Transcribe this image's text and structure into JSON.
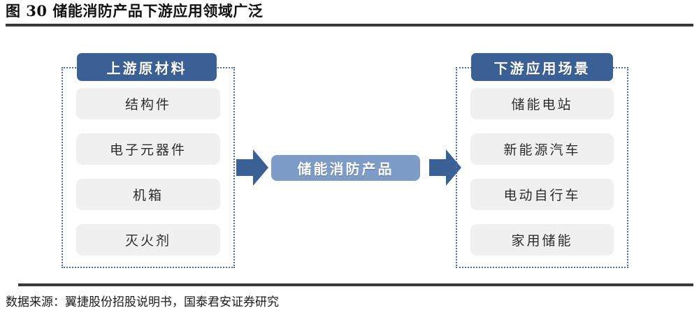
{
  "figure": {
    "title": "图 30 储能消防产品下游应用领域广泛",
    "source_note": "数据来源：翼捷股份招股说明书，国泰君安证券研究"
  },
  "colors": {
    "header_blue": "#3A6095",
    "center_blue": "#7E9CC8",
    "item_gray": "#F0F0F0",
    "dotted_border": "#4A6FA5",
    "rule": "#3A3A3A"
  },
  "diagram": {
    "type": "value-chain",
    "upstream": {
      "header": "上游原材料",
      "items": [
        {
          "label": "结构件"
        },
        {
          "label": "电子元器件"
        },
        {
          "label": "机箱"
        },
        {
          "label": "灭火剂"
        }
      ]
    },
    "center": {
      "label": "储能消防产品"
    },
    "downstream": {
      "header": "下游应用场景",
      "items": [
        {
          "label": "储能电站"
        },
        {
          "label": "新能源汽车"
        },
        {
          "label": "电动自行车"
        },
        {
          "label": "家用储能"
        }
      ]
    },
    "arrows": [
      {
        "name": "upstream-to-center",
        "direction": "right"
      },
      {
        "name": "center-to-downstream",
        "direction": "right"
      }
    ]
  }
}
